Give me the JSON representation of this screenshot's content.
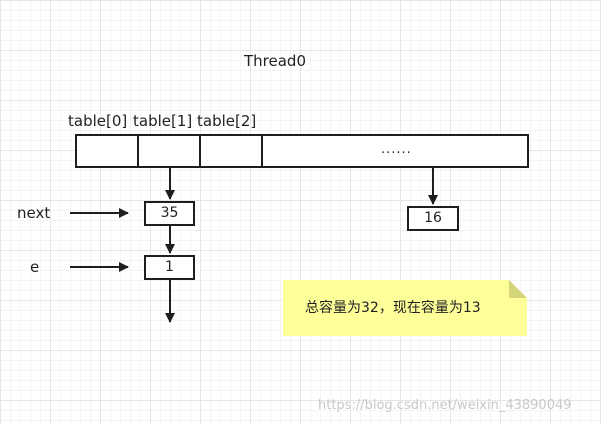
{
  "diagram": {
    "title": "Thread0",
    "table_headers": [
      "table[0]",
      "table[1]",
      "table[2]"
    ],
    "table_ellipsis": "......",
    "pointer_labels": {
      "next": "next",
      "e": "e"
    },
    "nodes": {
      "node_35": "35",
      "node_1": "1",
      "node_16": "16"
    },
    "note": "总容量为32，现在容量为13",
    "colors": {
      "stroke": "#1e1e1e",
      "note_fill": "#ffff99",
      "note_fold": "#d4d47a"
    }
  },
  "watermark": "https://blog.csdn.net/weixin_43890049"
}
